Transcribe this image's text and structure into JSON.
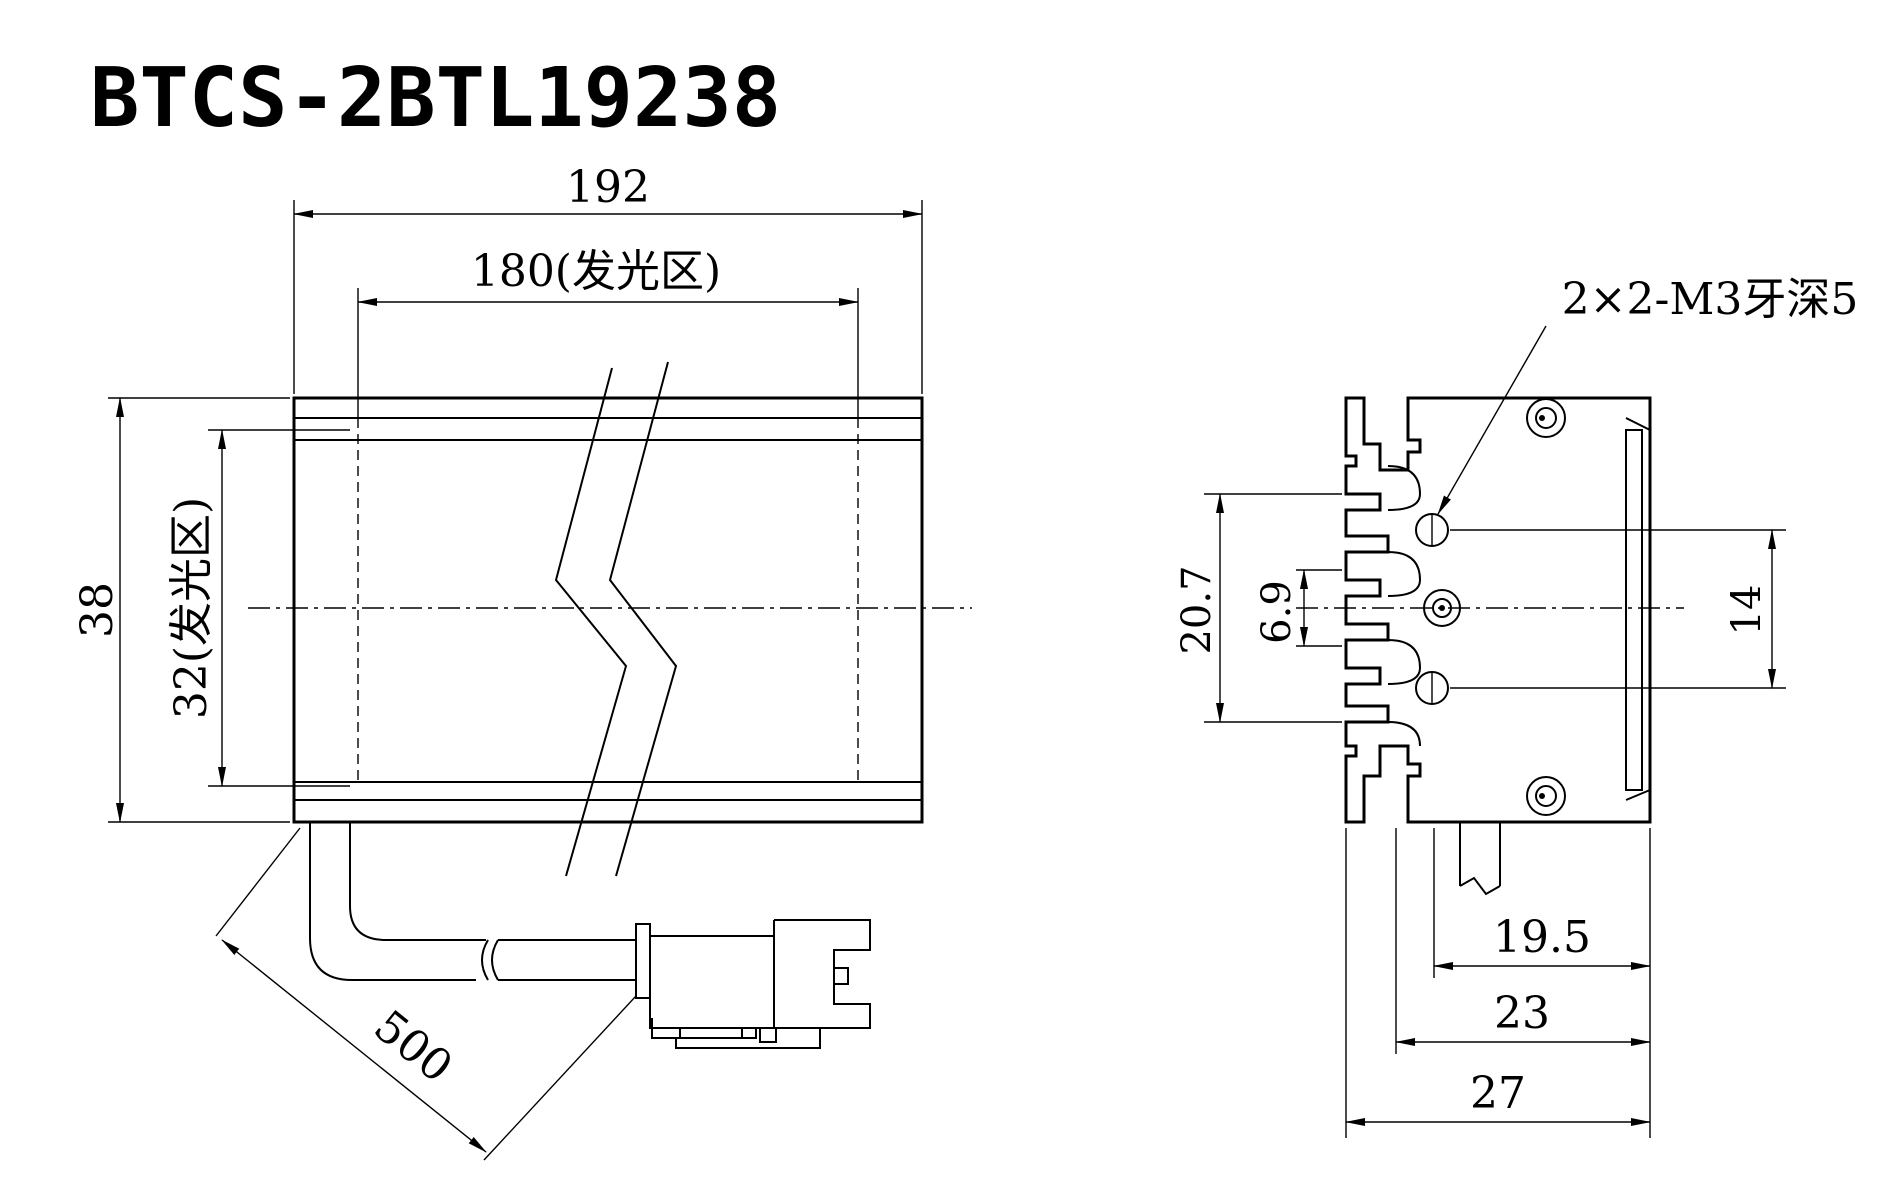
{
  "title": "BTCS-2BTL19238",
  "front_view": {
    "length_total": "192",
    "length_emitting": "180(发光区)",
    "height_total": "38",
    "height_emitting": "32(发光区)",
    "cable_length": "500"
  },
  "side_view": {
    "hole_callout": "2×2-M3牙深5",
    "dim_hole_span_outer": "20.7",
    "dim_center_offset": "6.9",
    "dim_hole_spacing": "14",
    "dim_depth_1": "19.5",
    "dim_depth_2": "23",
    "dim_depth_3": "27"
  }
}
